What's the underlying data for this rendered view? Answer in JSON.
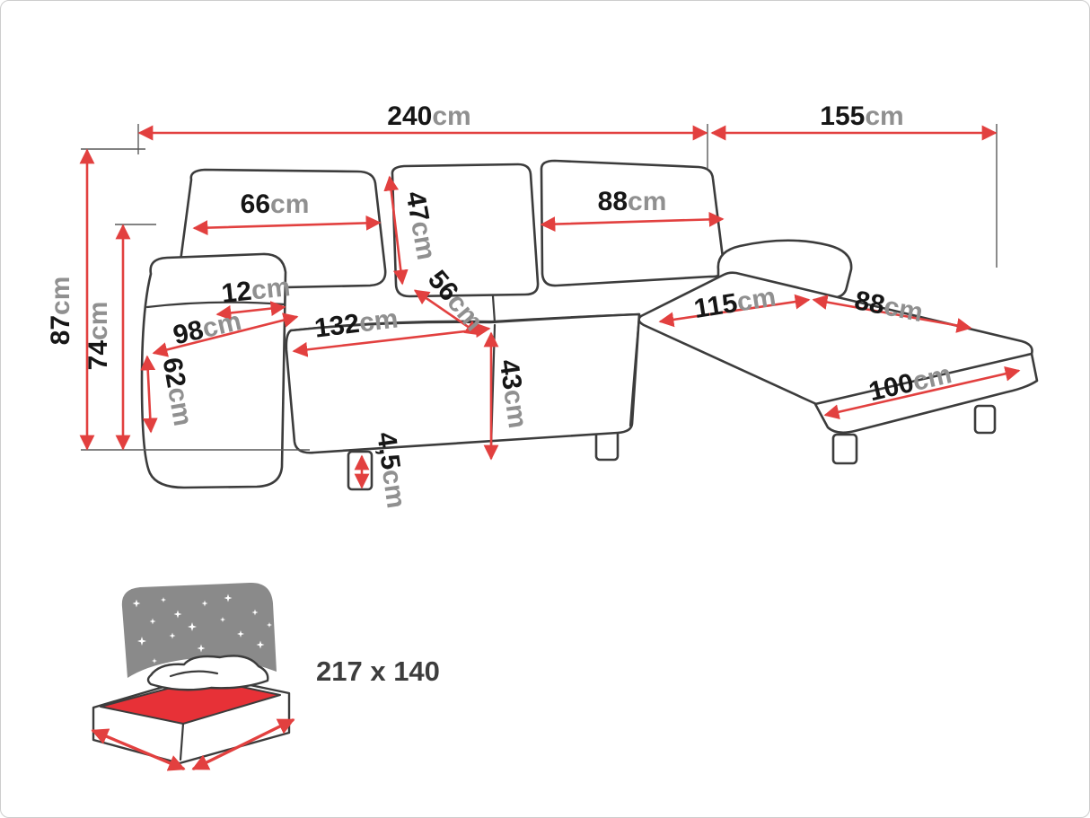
{
  "diagram": {
    "type": "corner-sofa-dimension-diagram",
    "unit": "cm",
    "measurements": {
      "total_width": {
        "value": "240",
        "unit": "cm"
      },
      "total_depth": {
        "value": "155",
        "unit": "cm"
      },
      "total_height": {
        "value": "87",
        "unit": "cm"
      },
      "backrest_height": {
        "value": "74",
        "unit": "cm"
      },
      "back_cushion_left_width": {
        "value": "66",
        "unit": "cm"
      },
      "back_cushion_height": {
        "value": "47",
        "unit": "cm"
      },
      "back_cushion_right_width": {
        "value": "88",
        "unit": "cm"
      },
      "armrest_top_width": {
        "value": "12",
        "unit": "cm"
      },
      "seat_side_depth": {
        "value": "98",
        "unit": "cm"
      },
      "seat_cushion_width": {
        "value": "132",
        "unit": "cm"
      },
      "seat_cushion_depth": {
        "value": "56",
        "unit": "cm"
      },
      "armrest_front_height": {
        "value": "62",
        "unit": "cm"
      },
      "seat_height": {
        "value": "43",
        "unit": "cm"
      },
      "leg_height": {
        "value": "4,5",
        "unit": "cm"
      },
      "chaise_seat_length": {
        "value": "115",
        "unit": "cm"
      },
      "chaise_seat_width": {
        "value": "88",
        "unit": "cm"
      },
      "chaise_front_width": {
        "value": "100",
        "unit": "cm"
      }
    },
    "sleeping_area": {
      "label": "217 x 140"
    },
    "colors": {
      "dimension_line": "#e2403f",
      "outline": "#3c3c3c",
      "value_text": "#161616",
      "unit_text": "#909090",
      "icon_gray": "#8a8a8a",
      "icon_red": "#e73137"
    }
  }
}
